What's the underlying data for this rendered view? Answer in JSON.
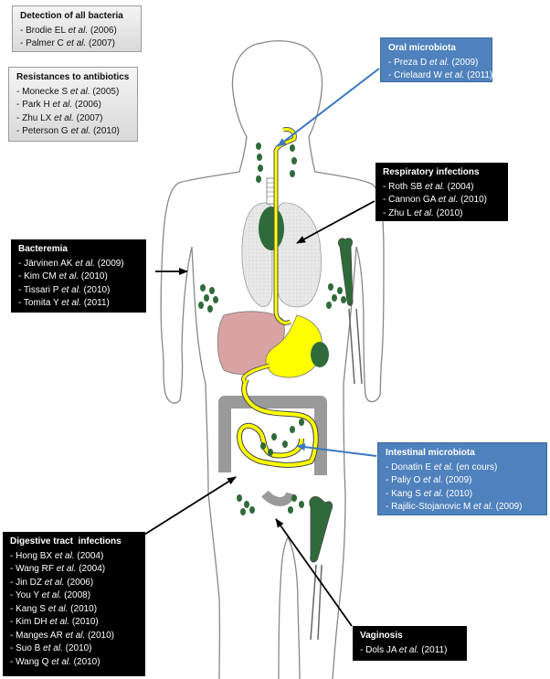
{
  "boxes": {
    "detection": {
      "title": "Detection of all bacteria",
      "refs": [
        {
          "author": "- Brodie EL",
          "etal": "et al.",
          "year": "(2006)"
        },
        {
          "author": "- Palmer C",
          "etal": "et al.",
          "year": "(2007)"
        }
      ]
    },
    "resistance": {
      "title": "Resistances to antibiotics",
      "refs": [
        {
          "author": "- Monecke S",
          "etal": "et al.",
          "year": "(2005)"
        },
        {
          "author": "- Park H",
          "etal": "et al.",
          "year": "(2006)"
        },
        {
          "author": "- Zhu LX",
          "etal": "et al.",
          "year": "(2007)"
        },
        {
          "author": "- Peterson G",
          "etal": "et al.",
          "year": "(2010)"
        }
      ]
    },
    "oral": {
      "title": "Oral microbiota",
      "refs": [
        {
          "author": "- Preza D",
          "etal": "et al.",
          "year": "(2009)"
        },
        {
          "author": "- Crielaard W",
          "etal": "et al.",
          "year": "(2011)"
        }
      ]
    },
    "respiratory": {
      "title": "Respiratory infections",
      "refs": [
        {
          "author": "- Roth SB",
          "etal": "et al.",
          "year": "(2004)"
        },
        {
          "author": "- Cannon GA",
          "etal": "et al.",
          "year": "(2010)"
        },
        {
          "author": "- Zhu L",
          "etal": "et al.",
          "year": "(2010)"
        }
      ]
    },
    "bacteremia": {
      "title": "Bacteremia",
      "refs": [
        {
          "author": "- Järvinen AK",
          "etal": "et al.",
          "year": "(2009)"
        },
        {
          "author": "- Kim CM",
          "etal": "et al.",
          "year": "(2010)"
        },
        {
          "author": "- Tissari P",
          "etal": "et al.",
          "year": "(2010)"
        },
        {
          "author": "- Tomita Y",
          "etal": "et al.",
          "year": "(2011)"
        }
      ]
    },
    "intestinal": {
      "title": "Intestinal microbiota",
      "refs": [
        {
          "author": "- Donatin E",
          "etal": "et al.",
          "year": "(en cours)"
        },
        {
          "author": "- Paliy O",
          "etal": "et al.",
          "year": "(2009)"
        },
        {
          "author": "- Kang S",
          "etal": "et al.",
          "year": "(2010)"
        },
        {
          "author": "- Rajilic-Stojanovic M",
          "etal": "et al.",
          "year": "(2009)"
        }
      ]
    },
    "digestive": {
      "title": "Digestive tract  infections",
      "refs": [
        {
          "author": "- Hong BX",
          "etal": "et al.",
          "year": "(2004)"
        },
        {
          "author": "- Wang RF",
          "etal": "et al.",
          "year": "(2004)"
        },
        {
          "author": "- Jin DZ",
          "etal": "et al.",
          "year": "(2006)"
        },
        {
          "author": "- You Y",
          "etal": "et al.",
          "year": "(2008)"
        },
        {
          "author": "- Kang S",
          "etal": "et al.",
          "year": "(2010)"
        },
        {
          "author": "- Kim DH",
          "etal": "et al.",
          "year": "(2010)"
        },
        {
          "author": "- Manges AR",
          "etal": "et al.",
          "year": "(2010)"
        },
        {
          "author": "- Suo B",
          "etal": "et al.",
          "year": "(2010)"
        },
        {
          "author": "- Wang Q",
          "etal": "et al.",
          "year": "(2010)"
        }
      ]
    },
    "vaginosis": {
      "title": "Vaginosis",
      "refs": [
        {
          "author": "- Dols JA",
          "etal": "et al.",
          "year": "(2011)"
        }
      ]
    }
  },
  "colors": {
    "black_box": "#000000",
    "blue_box": "#4f81bd",
    "grey_box": "#e6e6e6",
    "lungs": "#e6e6e6",
    "liver": "#d9a3a3",
    "stomach_yellow": "#ffff00",
    "dark_green": "#2f6b3a",
    "colon_grey": "#9a9a9a"
  }
}
